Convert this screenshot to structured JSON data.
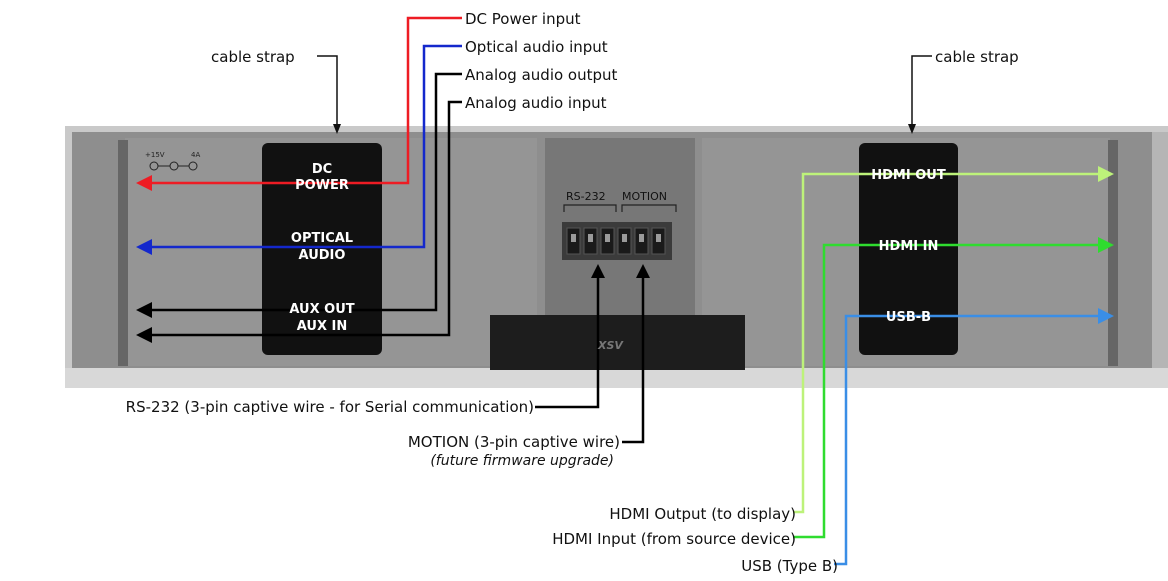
{
  "callouts": {
    "dc_power": "DC Power input",
    "optical": "Optical audio input",
    "analog_out": "Analog audio output",
    "analog_in": "Analog audio input",
    "strap_left": "cable strap",
    "strap_right": "cable strap",
    "rs232": "RS-232 (3-pin captive wire - for Serial communication)",
    "motion": "MOTION (3-pin captive wire)",
    "motion_note": "(future firmware upgrade)",
    "hdmi_output": "HDMI Output (to display)",
    "hdmi_input": "HDMI Input (from source device)",
    "usb": "USB (Type B)"
  },
  "panel_left": {
    "dc1": "DC",
    "dc2": "POWER",
    "opt1": "OPTICAL",
    "opt2": "AUDIO",
    "auxout": "AUX OUT",
    "auxin": "AUX IN",
    "spec": "+15V",
    "amp": "4A"
  },
  "panel_right": {
    "hdmi_out": "HDMI OUT",
    "hdmi_in": "HDMI IN",
    "usb_b": "USB-B"
  },
  "center": {
    "rs232": "RS-232",
    "motion": "MOTION",
    "logo": "XSV"
  },
  "colors": {
    "dc": "#ee1c24",
    "optical": "#1428cc",
    "aux": "#000000",
    "hdmi_out": "#bdf27a",
    "hdmi_in": "#2fdc2f",
    "usb": "#3a8ee6",
    "device": "#8c8c8c",
    "panel": "#111111"
  }
}
